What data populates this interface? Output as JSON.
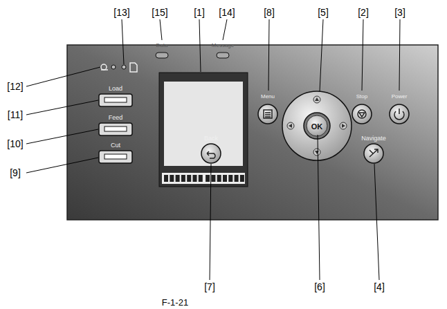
{
  "diagram": {
    "caption": "F-1-21",
    "labels": [
      "[13]",
      "[15]",
      "[1]",
      "[14]",
      "[8]",
      "[5]",
      "[2]",
      "[3]",
      "[12]",
      "[11]",
      "[10]",
      "[9]",
      "[7]",
      "[6]",
      "[4]",
      "Data",
      "Message",
      "Menu",
      "Stop",
      "Power",
      "Load",
      "Feed",
      "Cut",
      "Back",
      "Navigate",
      "OK"
    ]
  }
}
